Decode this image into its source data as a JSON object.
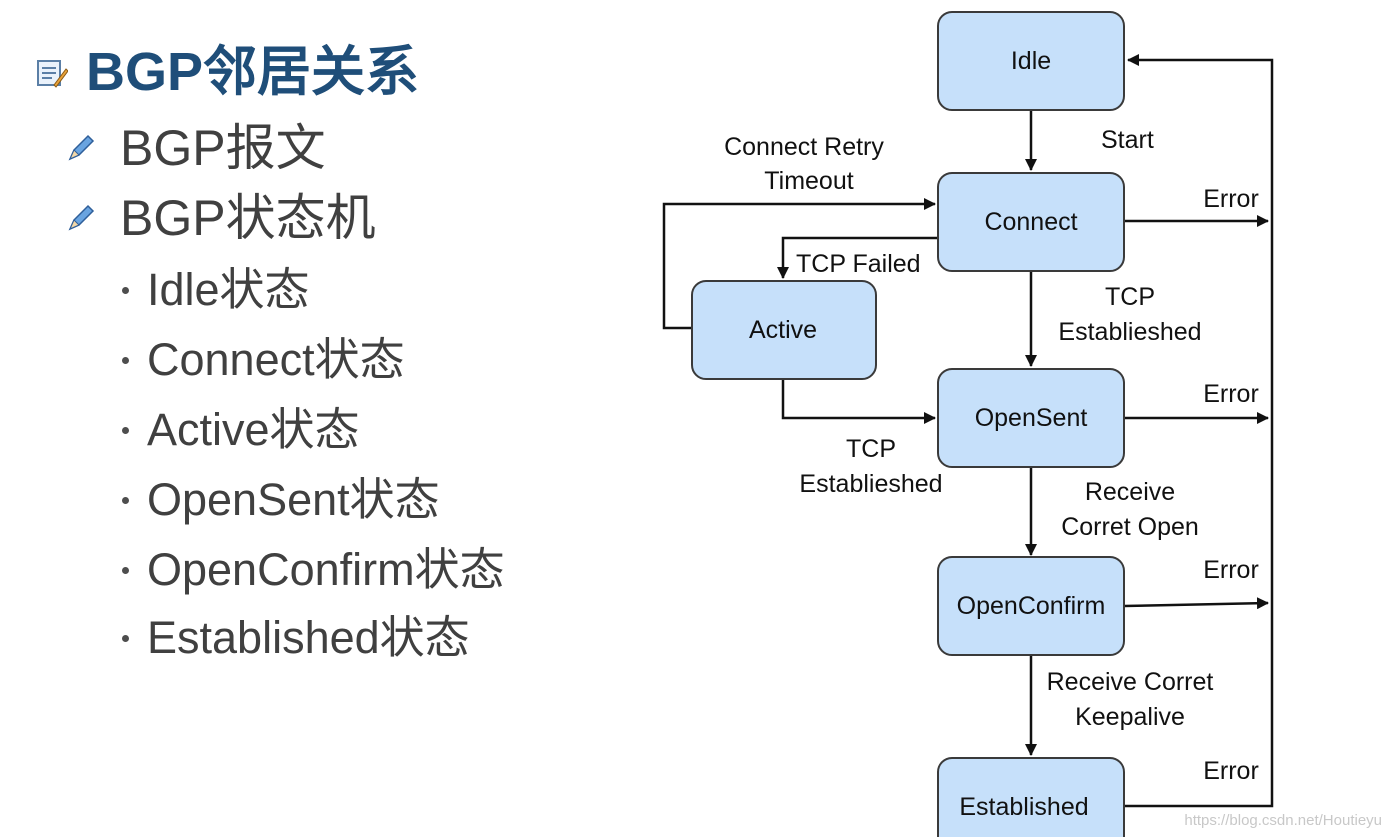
{
  "slide": {
    "title": "BGP邻居关系",
    "items": [
      {
        "label": "BGP报文",
        "subitems": []
      },
      {
        "label": "BGP状态机",
        "subitems": [
          "Idle状态",
          "Connect状态",
          "Active状态",
          "OpenSent状态",
          "OpenConfirm状态",
          "Established状态"
        ]
      }
    ]
  },
  "diagram": {
    "states": {
      "idle": "Idle",
      "connect": "Connect",
      "active": "Active",
      "opensent": "OpenSent",
      "openconfirm": "OpenConfirm",
      "established": "Established"
    },
    "edges": {
      "start": "Start",
      "connect_retry_1": "Connect Retry",
      "connect_retry_2": "Timeout",
      "tcp_failed": "TCP Failed",
      "tcp_est_right_1": "TCP",
      "tcp_est_right_2": "Establieshed",
      "tcp_est_left_1": "TCP",
      "tcp_est_left_2": "Establieshed",
      "receive_open_1": "Receive",
      "receive_open_2": "Corret Open",
      "receive_keepalive_1": "Receive Corret",
      "receive_keepalive_2": "Keepalive",
      "error": "Error"
    },
    "colors": {
      "state_fill": "#c6e0fa",
      "state_stroke": "#3a3a3a",
      "title": "#1f4e79"
    }
  },
  "watermark": "https://blog.csdn.net/Houtieyu"
}
